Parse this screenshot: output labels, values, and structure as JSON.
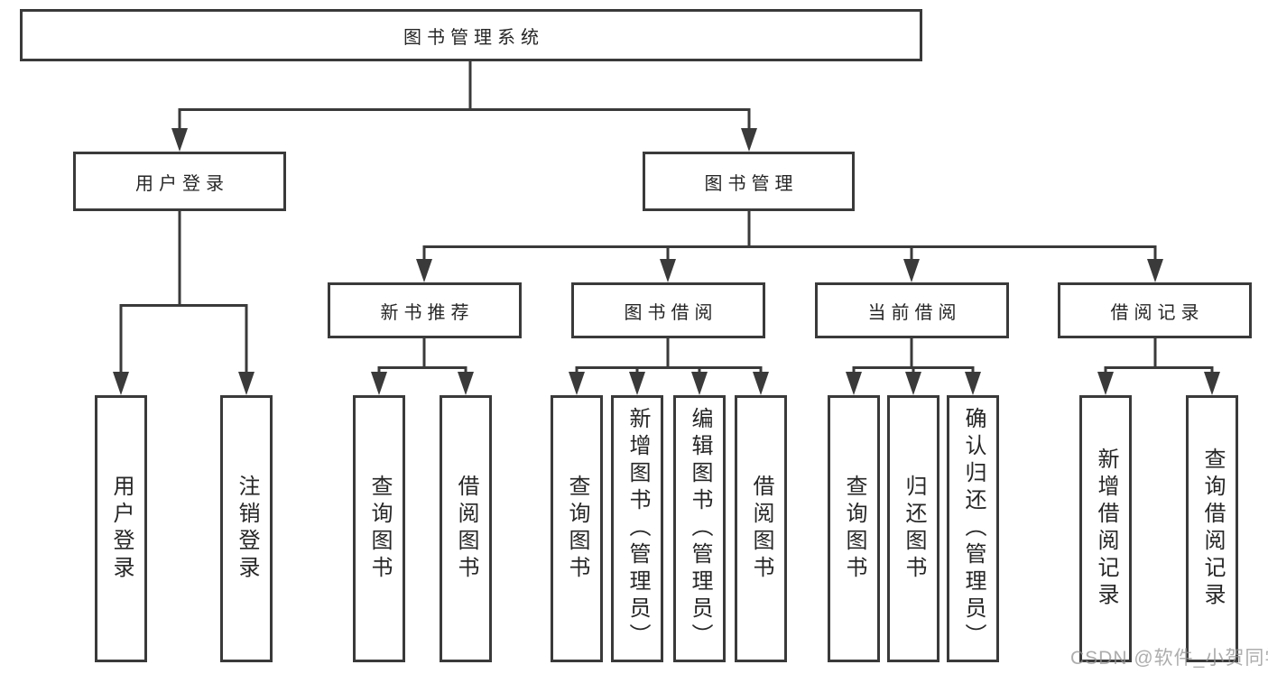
{
  "diagram": {
    "root": {
      "label": "图书管理系统"
    },
    "level2": [
      {
        "label": "用户登录"
      },
      {
        "label": "图书管理"
      }
    ],
    "level3": [
      {
        "label": "新书推荐"
      },
      {
        "label": "图书借阅"
      },
      {
        "label": "当前借阅"
      },
      {
        "label": "借阅记录"
      }
    ],
    "leaves": {
      "user_login": [
        "用户登录",
        "注销登录"
      ],
      "new_book_recommend": [
        "查询图书",
        "借阅图书"
      ],
      "book_borrow": [
        "查询图书",
        "新增图书（管理员）",
        "编辑图书（管理员）",
        "借阅图书"
      ],
      "current_borrow": [
        "查询图书",
        "归还图书",
        "确认归还（管理员）"
      ],
      "borrow_records": [
        "新增借阅记录",
        "查询借阅记录"
      ]
    },
    "watermark": "CSDN @软件_小贺同学",
    "colors": {
      "line": "#3a3a3a",
      "text": "#262626",
      "background": "#ffffff",
      "watermark": "#919191"
    }
  }
}
